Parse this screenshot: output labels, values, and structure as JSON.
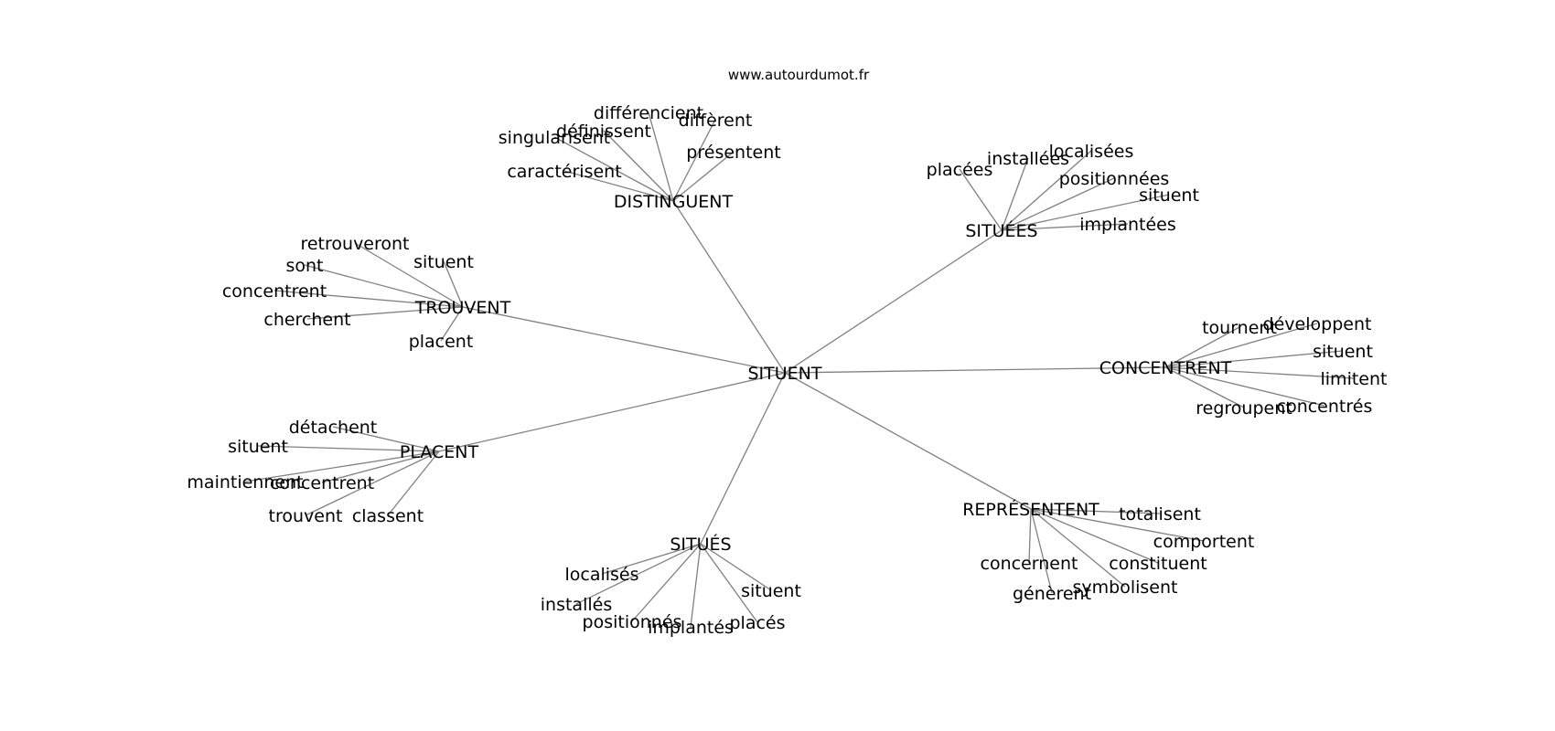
{
  "source": "www.autourdumot.fr",
  "graph": {
    "center": "SITUENT",
    "branches": [
      {
        "label": "DISTINGUENT",
        "leaves": [
          "différencient",
          "diffèrent",
          "définissent",
          "singularisent",
          "présentent",
          "caractérisent"
        ]
      },
      {
        "label": "SITUÉES",
        "leaves": [
          "placées",
          "installées",
          "localisées",
          "positionnées",
          "situent",
          "implantées"
        ]
      },
      {
        "label": "TROUVENT",
        "leaves": [
          "retrouveront",
          "situent",
          "sont",
          "concentrent",
          "cherchent",
          "placent"
        ]
      },
      {
        "label": "CONCENTRENT",
        "leaves": [
          "tournent",
          "développent",
          "situent",
          "limitent",
          "regroupent",
          "concentrés"
        ]
      },
      {
        "label": "PLACENT",
        "leaves": [
          "détachent",
          "situent",
          "maintiennent",
          "concentrent",
          "trouvent",
          "classent"
        ]
      },
      {
        "label": "REPRÉSENTENT",
        "leaves": [
          "totalisent",
          "comportent",
          "concernent",
          "constituent",
          "génèrent",
          "symbolisent"
        ]
      },
      {
        "label": "SITUÉS",
        "leaves": [
          "localisés",
          "installés",
          "situent",
          "positionnés",
          "implantés",
          "placés"
        ]
      }
    ]
  }
}
